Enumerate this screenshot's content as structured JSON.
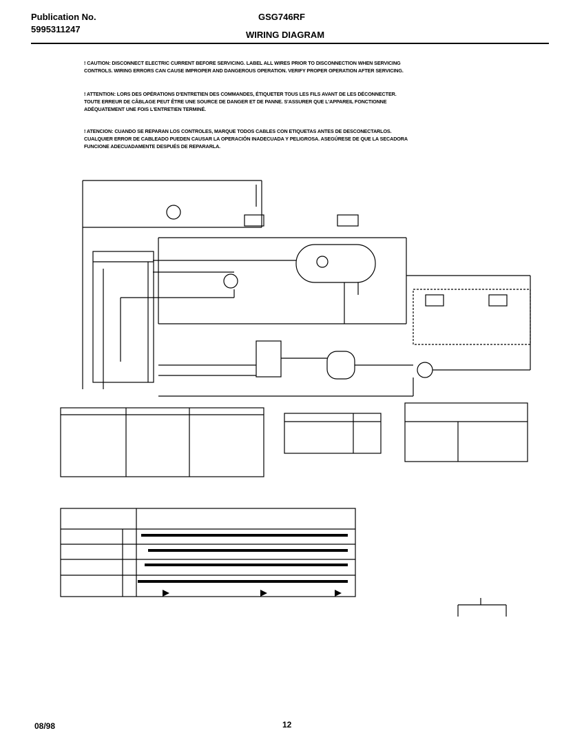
{
  "header": {
    "publication_label": "Publication No.",
    "publication_number": "5995311247",
    "model": "GSG746RF",
    "title": "WIRING DIAGRAM"
  },
  "cautions": {
    "english": "! CAUTION: DISCONNECT ELECTRIC CURRENT BEFORE SERVICING. LABEL ALL WIRES PRIOR TO DISCONNECTION WHEN SERVICING CONTROLS. WIRING ERRORS CAN CAUSE IMPROPER AND DANGEROUS OPERATION. VERIFY PROPER OPERATION AFTER SERVICING.",
    "french": "! ATTENTION: LORS DES OPÉRATIONS D'ENTRETIEN DES COMMANDES, ÉTIQUETER TOUS LES FILS AVANT DE LES DÉCONNECTER. TOUTE ERREUR DE CÂBLAGE PEUT ÊTRE UNE SOURCE DE DANGER ET DE PANNE. S'ASSURER QUE L'APPAREIL FONCTIONNE ADÉQUATEMENT UNE FOIS L'ENTRETIEN TERMINÉ.",
    "spanish": "! ATENCION: CUANDO SE REPARAN LOS CONTROLES, MARQUE TODOS CABLES CON ETIQUETAS ANTES DE DESCONECTARLOS. CUALQUIER ERROR DE CABLEADO PUEDEN CAUSAR LA OPERACIÓN INADECUADA Y PELIGROSA. ASEGÚRESE DE QUE LA SECADORA FUNCIONE ADECUADAMENTE DESPUÉS DE REPARARLA."
  },
  "footer": {
    "date": "08/98",
    "page": "12"
  }
}
